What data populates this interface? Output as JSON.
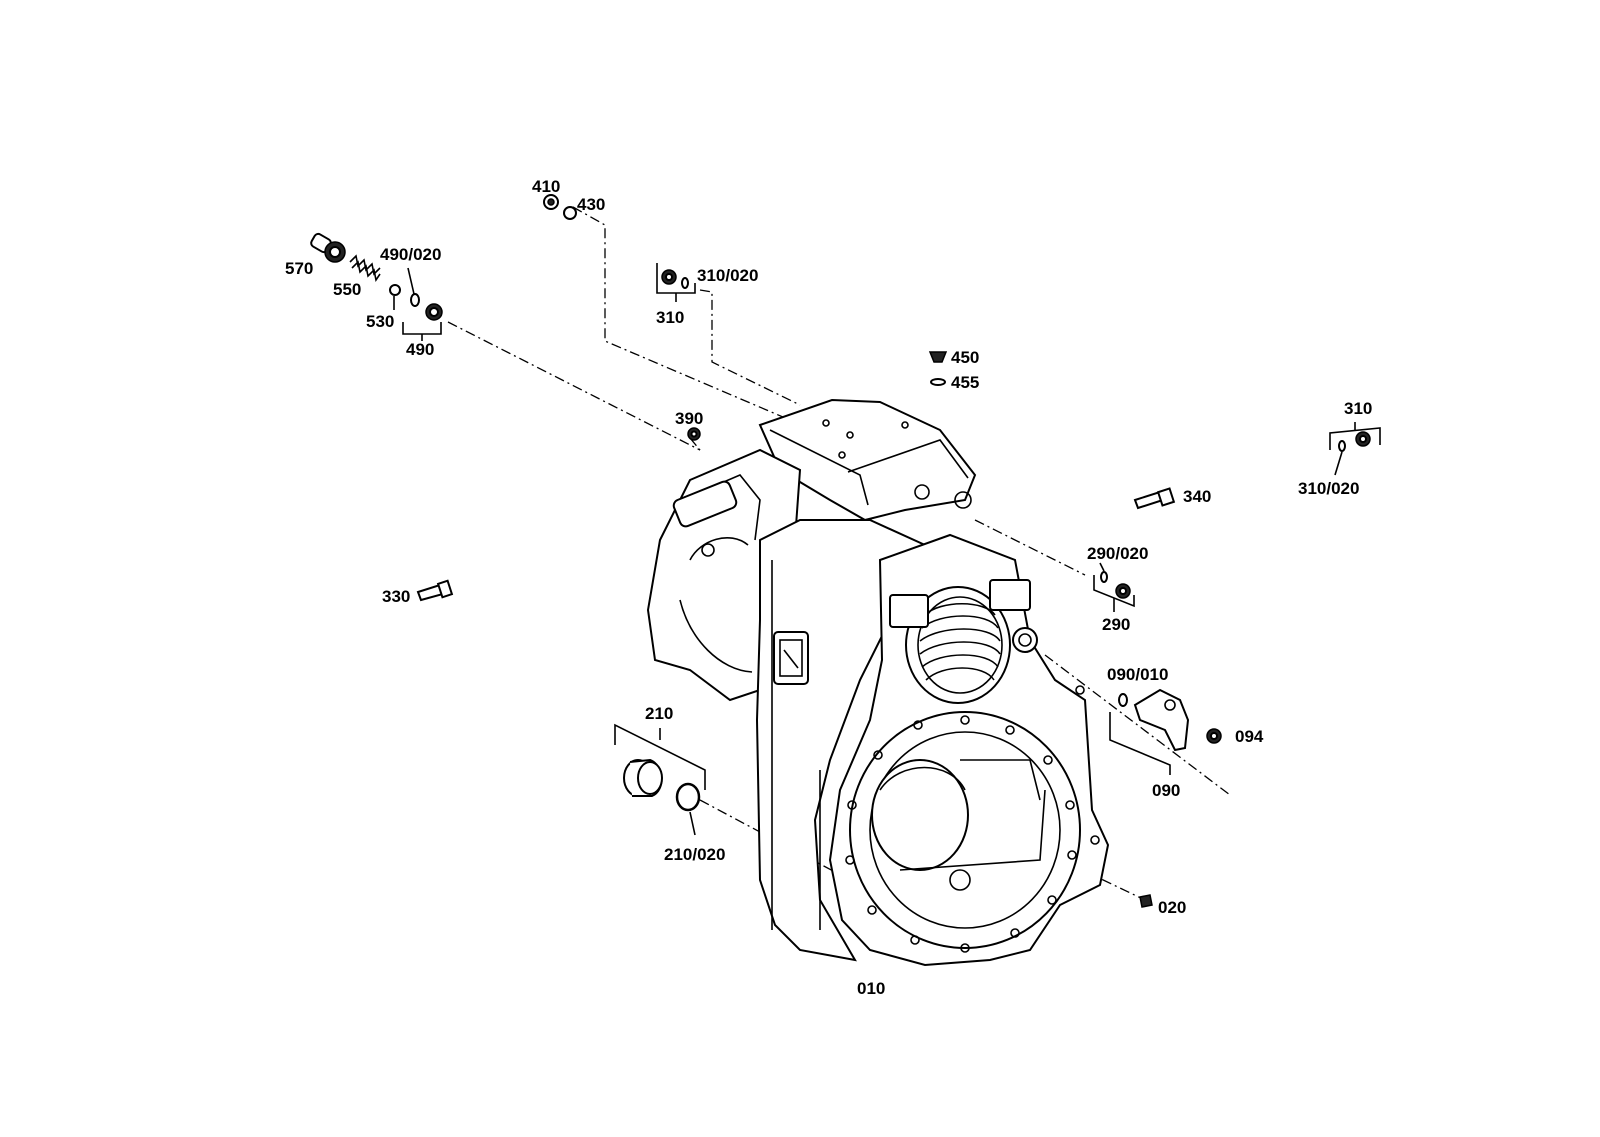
{
  "labels": {
    "p410": "410",
    "p430": "430",
    "p570": "570",
    "p550": "550",
    "p490_020": "490/020",
    "p530": "530",
    "p490": "490",
    "p310_020_top": "310/020",
    "p310_top": "310",
    "p450": "450",
    "p455": "455",
    "p390": "390",
    "p310_right": "310",
    "p310_020_right": "310/020",
    "p340": "340",
    "p290_020": "290/020",
    "p290": "290",
    "p330": "330",
    "p090_010": "090/010",
    "p094": "094",
    "p090": "090",
    "p210": "210",
    "p210_020": "210/020",
    "p020": "020",
    "p010": "010"
  }
}
